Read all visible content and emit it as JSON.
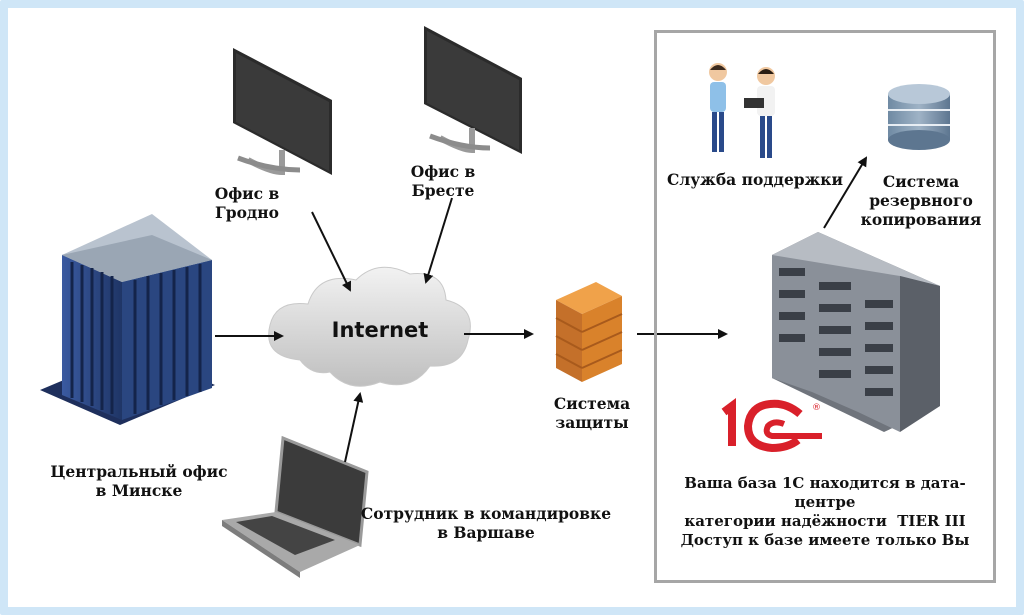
{
  "nodes": {
    "grodno": [
      "Офис в",
      "Гродно"
    ],
    "brest": [
      "Офис в",
      "Бресте"
    ],
    "internet": "Internet",
    "minsk": [
      "Центральный офис",
      "в Минске"
    ],
    "firewall": [
      "Система",
      "защиты"
    ],
    "warsaw": [
      "Сотрудник в командировке",
      "в Варшаве"
    ],
    "support": "Служба поддержки",
    "backup": [
      "Система",
      "резервного",
      "копирования"
    ],
    "datacenter_note": [
      "Ваша база 1С находится в дата-центре",
      "категории надёжности  TIER III",
      "Доступ к базе имеете только Вы"
    ]
  },
  "logo": {
    "text": "1С",
    "mark": "®"
  },
  "colors": {
    "frame": "#cfe6f7",
    "building": "#2e4a86",
    "cloud": "#dcdcdc",
    "brick": "#d9822b",
    "server": "#8a9099",
    "logo_red": "#d9202a"
  }
}
